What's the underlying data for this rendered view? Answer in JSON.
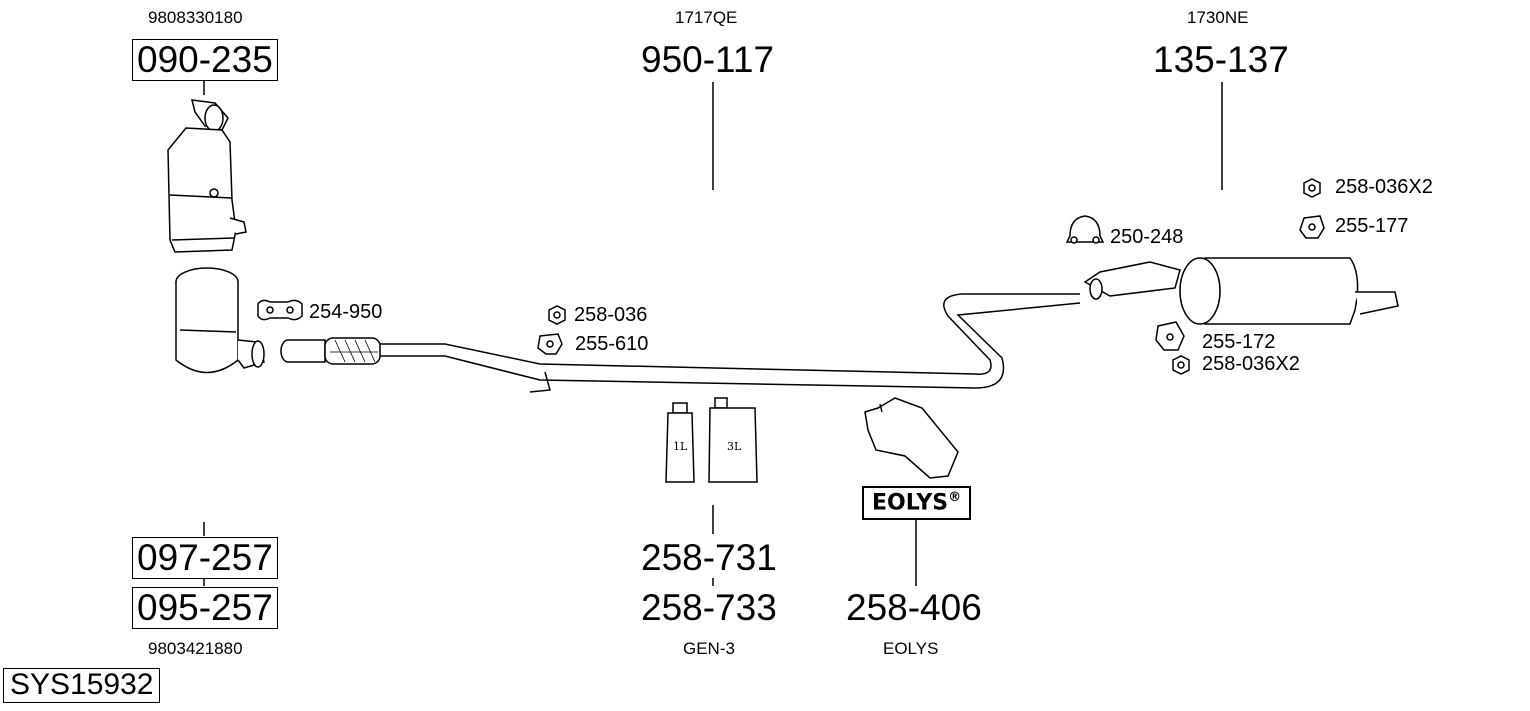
{
  "diagram": {
    "system_id": "SYS15932",
    "brand_mark": "EOLYS",
    "brand_mark_symbol": "®",
    "parts": [
      {
        "oem": "9808330180",
        "part_no": "090-235"
      },
      {
        "oem": "1717QE",
        "part_no": "950-117"
      },
      {
        "oem": "1730NE",
        "part_no": "135-137"
      },
      {
        "part_no": "254-950"
      },
      {
        "part_no": "258-036"
      },
      {
        "part_no": "255-610"
      },
      {
        "part_no": "250-248"
      },
      {
        "part_no": "258-036X2"
      },
      {
        "part_no": "255-177"
      },
      {
        "part_no": "255-172"
      },
      {
        "part_no": "258-036X2"
      },
      {
        "part_no": "097-257"
      },
      {
        "part_no": "095-257",
        "oem": "9803421880"
      },
      {
        "part_no": "258-731"
      },
      {
        "part_no": "258-733",
        "oem": "GEN-3"
      },
      {
        "part_no": "258-406",
        "oem": "EOLYS"
      }
    ],
    "containers": {
      "small_label": "1L",
      "large_label": "3L"
    }
  }
}
